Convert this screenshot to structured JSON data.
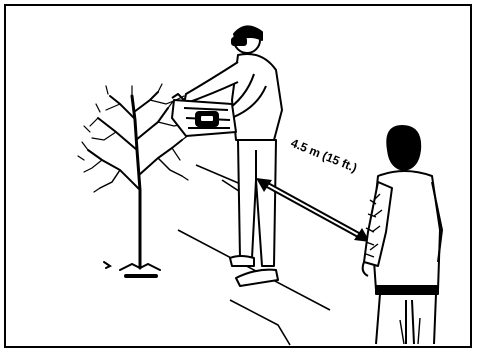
{
  "illustration": {
    "distance_label": "4.5 m (15 ft.)",
    "subjects": [
      "tree",
      "operator-with-hedge-trimmer",
      "bystander"
    ],
    "line_color": "#000000",
    "background_color": "#ffffff"
  }
}
